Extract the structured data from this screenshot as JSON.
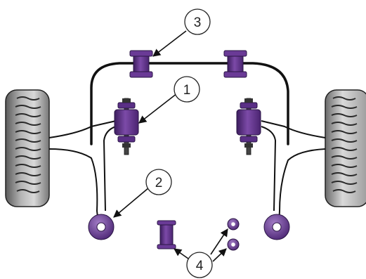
{
  "callouts": [
    {
      "number": "1"
    },
    {
      "number": "2"
    },
    {
      "number": "3"
    },
    {
      "number": "4"
    }
  ],
  "colors": {
    "bush": "#6a3a96",
    "bush_dark": "#3c1d5e",
    "bush_light": "#8f64b8",
    "tyre": "#9a9a9a",
    "tyre_dark": "#3a3a3a",
    "line": "#111111"
  }
}
